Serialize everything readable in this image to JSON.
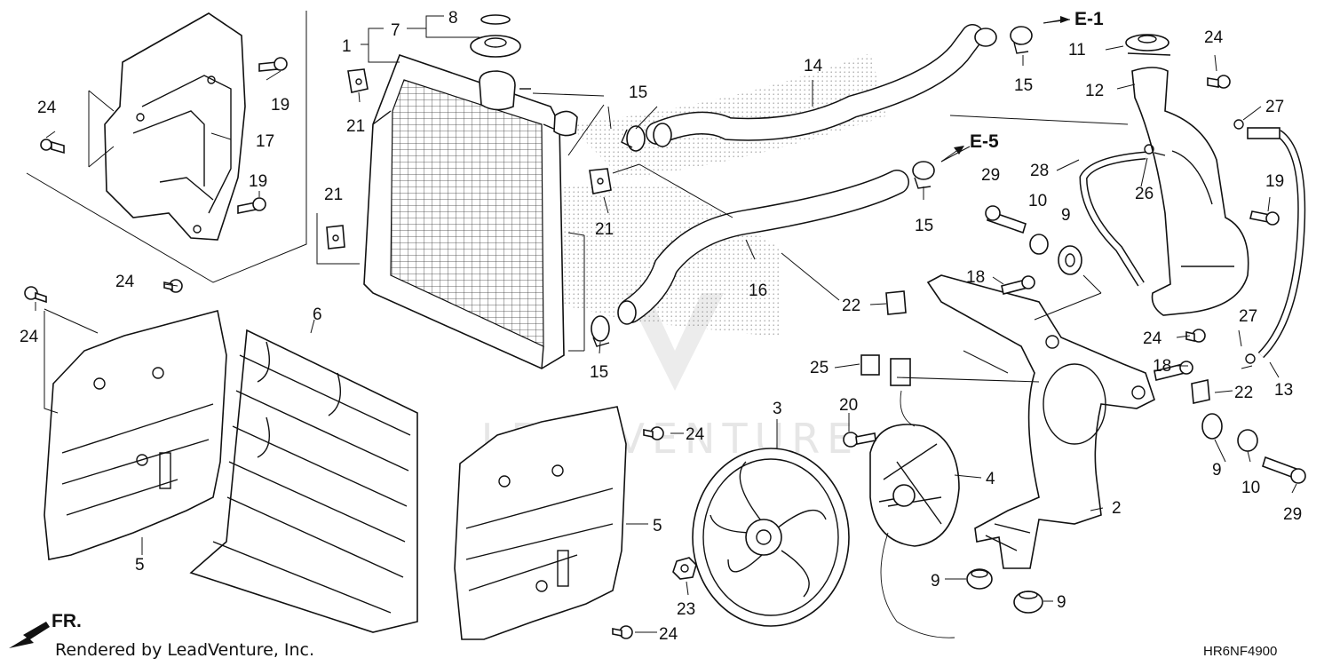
{
  "diagram": {
    "callouts": [
      {
        "id": "c1",
        "label": "1"
      },
      {
        "id": "c2",
        "label": "2"
      },
      {
        "id": "c3",
        "label": "3"
      },
      {
        "id": "c4",
        "label": "4"
      },
      {
        "id": "c5a",
        "label": "5"
      },
      {
        "id": "c5b",
        "label": "5"
      },
      {
        "id": "c6",
        "label": "6"
      },
      {
        "id": "c7",
        "label": "7"
      },
      {
        "id": "c8",
        "label": "8"
      },
      {
        "id": "c9a",
        "label": "9"
      },
      {
        "id": "c9b",
        "label": "9"
      },
      {
        "id": "c9c",
        "label": "9"
      },
      {
        "id": "c9d",
        "label": "9"
      },
      {
        "id": "c10a",
        "label": "10"
      },
      {
        "id": "c10b",
        "label": "10"
      },
      {
        "id": "c11",
        "label": "11"
      },
      {
        "id": "c12",
        "label": "12"
      },
      {
        "id": "c13",
        "label": "13"
      },
      {
        "id": "c14",
        "label": "14"
      },
      {
        "id": "c15a",
        "label": "15"
      },
      {
        "id": "c15b",
        "label": "15"
      },
      {
        "id": "c15c",
        "label": "15"
      },
      {
        "id": "c15d",
        "label": "15"
      },
      {
        "id": "c16",
        "label": "16"
      },
      {
        "id": "c17",
        "label": "17"
      },
      {
        "id": "c18a",
        "label": "18"
      },
      {
        "id": "c18b",
        "label": "18"
      },
      {
        "id": "c19a",
        "label": "19"
      },
      {
        "id": "c19b",
        "label": "19"
      },
      {
        "id": "c19c",
        "label": "19"
      },
      {
        "id": "c20",
        "label": "20"
      },
      {
        "id": "c21a",
        "label": "21"
      },
      {
        "id": "c21b",
        "label": "21"
      },
      {
        "id": "c21c",
        "label": "21"
      },
      {
        "id": "c22a",
        "label": "22"
      },
      {
        "id": "c22b",
        "label": "22"
      },
      {
        "id": "c23",
        "label": "23"
      },
      {
        "id": "c24a",
        "label": "24"
      },
      {
        "id": "c24b",
        "label": "24"
      },
      {
        "id": "c24c",
        "label": "24"
      },
      {
        "id": "c24d",
        "label": "24"
      },
      {
        "id": "c24e",
        "label": "24"
      },
      {
        "id": "c24f",
        "label": "24"
      },
      {
        "id": "c24g",
        "label": "24"
      },
      {
        "id": "c25",
        "label": "25"
      },
      {
        "id": "c26",
        "label": "26"
      },
      {
        "id": "c27a",
        "label": "27"
      },
      {
        "id": "c27b",
        "label": "27"
      },
      {
        "id": "c28",
        "label": "28"
      },
      {
        "id": "c29a",
        "label": "29"
      },
      {
        "id": "c29b",
        "label": "29"
      }
    ],
    "references": [
      {
        "id": "e1",
        "label": "E-1"
      },
      {
        "id": "e5",
        "label": "E-5"
      }
    ],
    "front_marker": "FR.",
    "watermark": "LEADVENTURE",
    "footer_text": "Rendered by LeadVenture, Inc.",
    "diagram_code": "HR6NF4900"
  }
}
